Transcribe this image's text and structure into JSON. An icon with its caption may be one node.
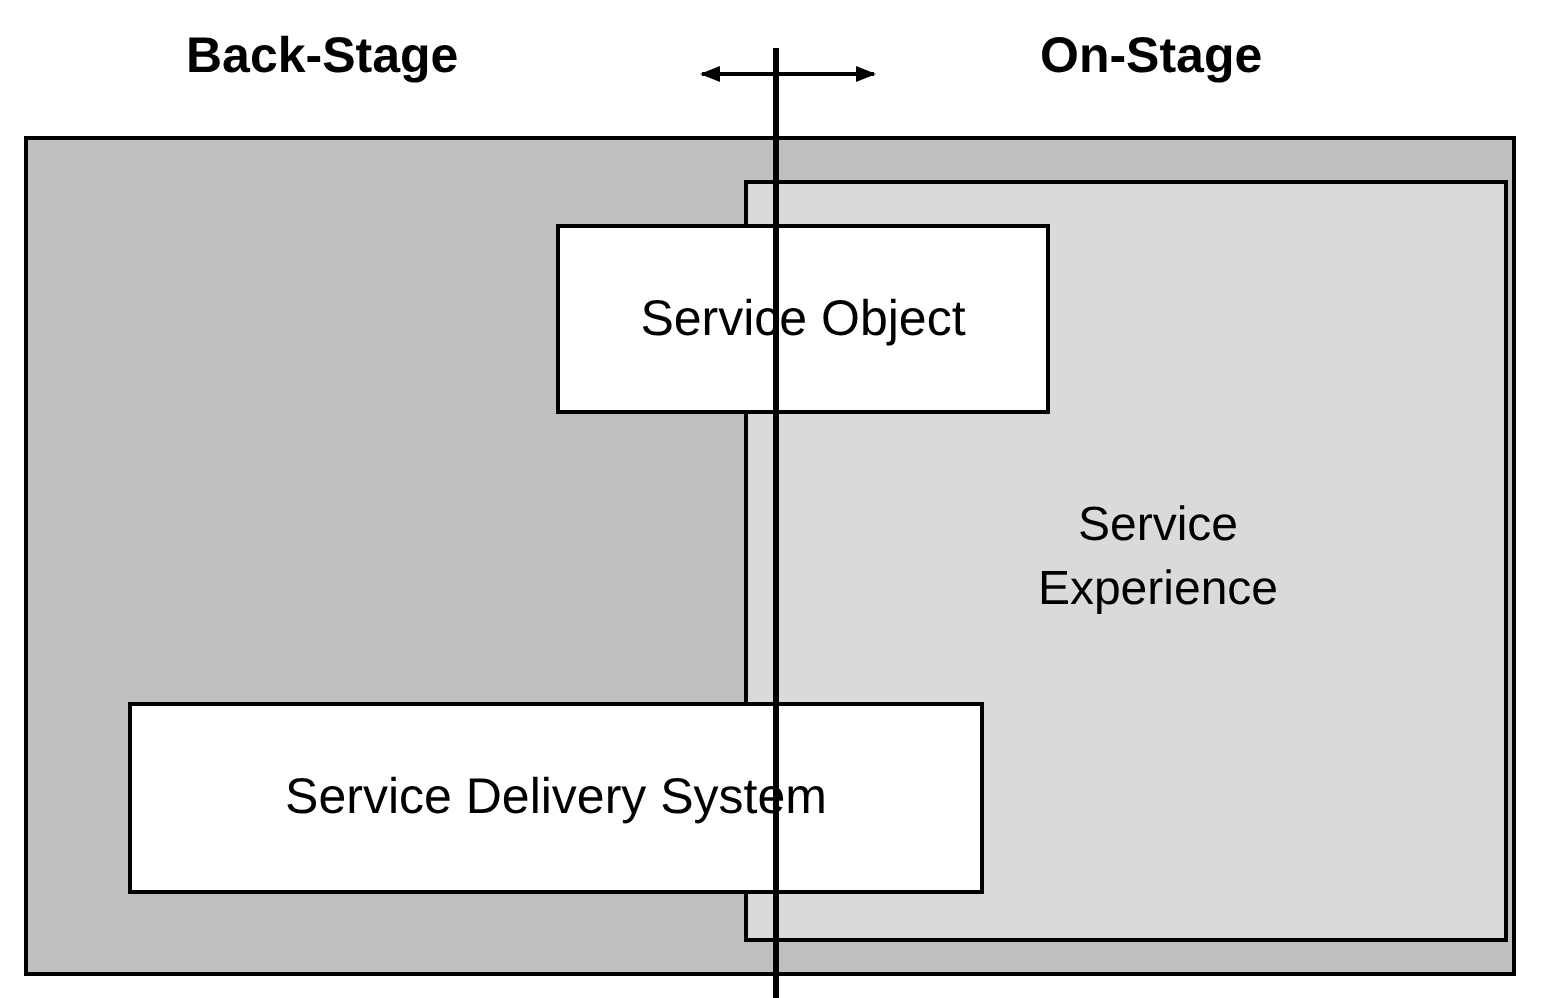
{
  "diagram": {
    "nodes": [
      {
        "text": [],
        "shape": "box"
      },
      {
        "text": [
          "Service Experience"
        ],
        "in": 0
      },
      {
        "text": [
          "Service Object"
        ],
        "in": 0
      },
      {
        "text": [
          "Service Delivery System"
        ],
        "in": 0
      }
    ],
    "edges": [],
    "labels": [
      "Back-Stage",
      "On-Stage"
    ]
  }
}
